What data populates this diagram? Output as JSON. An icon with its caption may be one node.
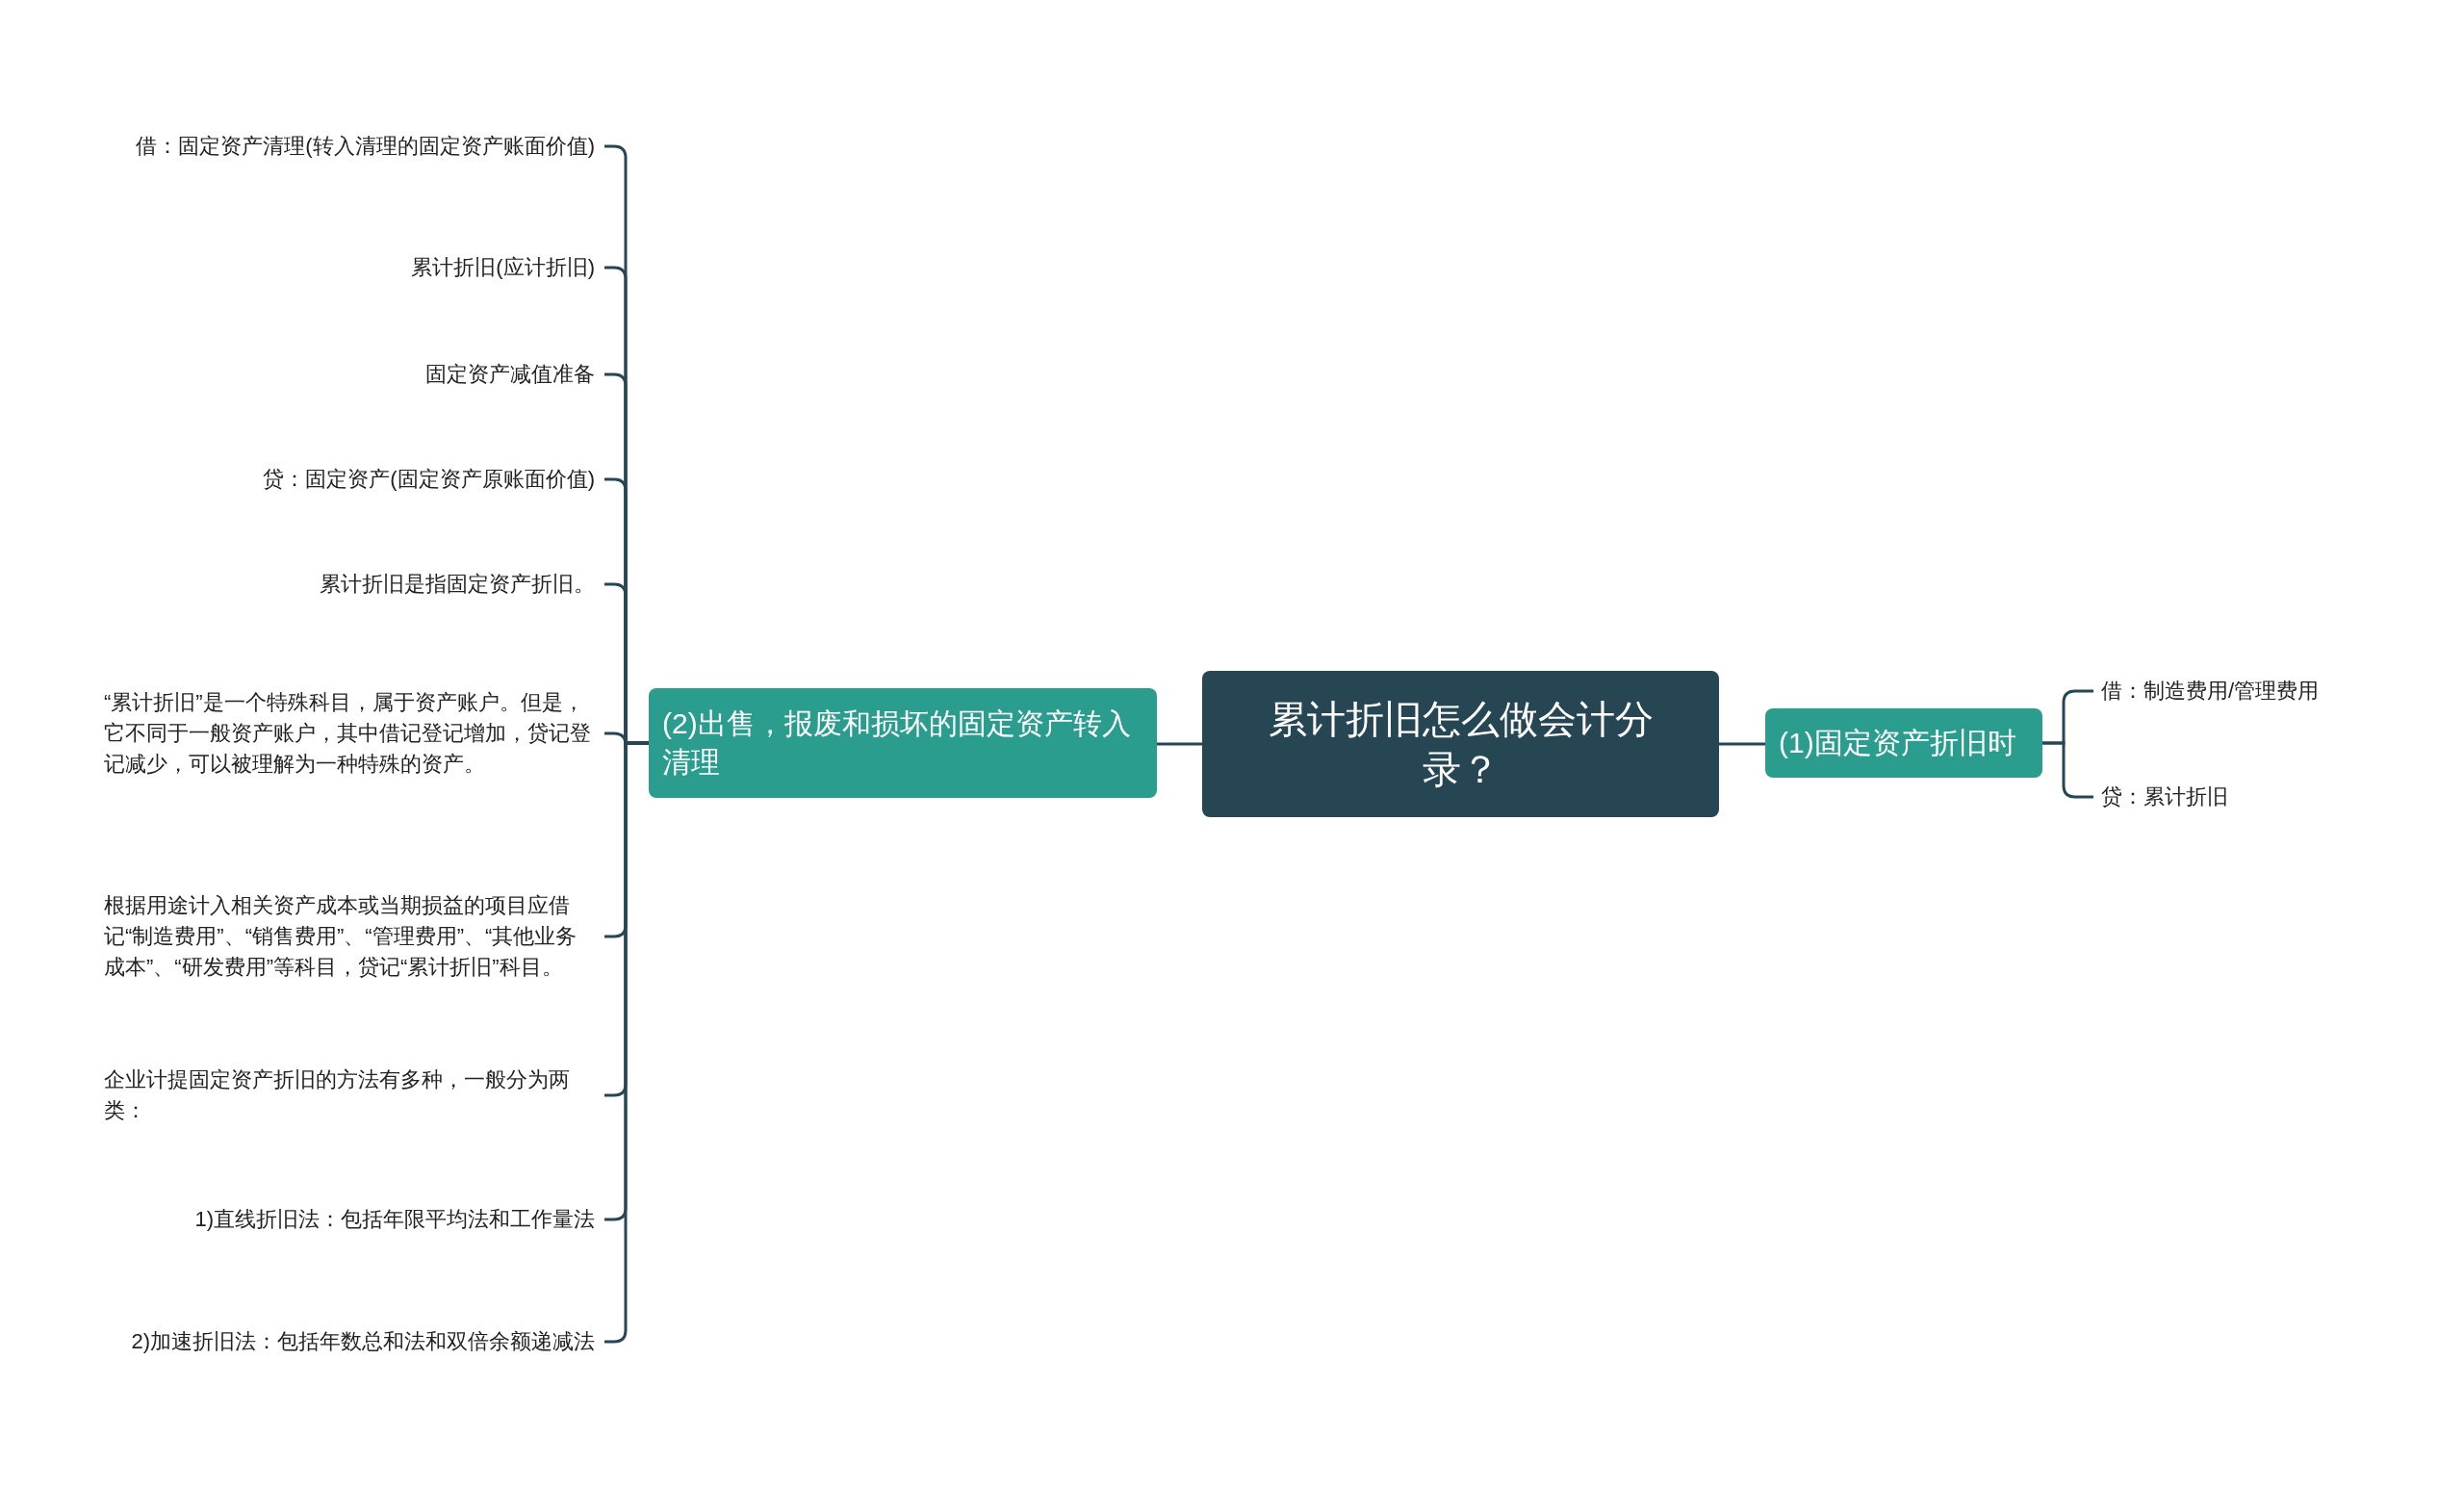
{
  "diagram": {
    "nodes": [
      {
        "text": [
          "累计折旧怎么做会计分录？"
        ]
      },
      {
        "text": [
          "(1)固定资产折旧时"
        ]
      },
      {
        "text": [
          "借：制造费用/管理费用"
        ]
      },
      {
        "text": [
          "贷：累计折旧"
        ]
      },
      {
        "text": [
          "(2)出售，报废和损坏的固定资产转入清理"
        ]
      },
      {
        "text": [
          "借：固定资产清理(转入清理的固定资产账面价值)"
        ]
      },
      {
        "text": [
          "累计折旧(应计折旧)"
        ]
      },
      {
        "text": [
          "固定资产减值准备"
        ]
      },
      {
        "text": [
          "贷：固定资产(固定资产原账面价值)"
        ]
      },
      {
        "text": [
          "累计折旧是指固定资产折旧。"
        ]
      },
      {
        "text": [
          "“累计折旧”是一个特殊科目，属于资产账户。但是，它不同于一般资产账户，其中借记登记增加，贷记登记减少，可以被理解为一种特殊的资产。"
        ]
      },
      {
        "text": [
          "根据用途计入相关资产成本或当期损益的项目应借记“制造费用”、“销售费用”、“管理费用”、“其他业务成本”、“研发费用”等科目，贷记“累计折旧”科目。"
        ]
      },
      {
        "text": [
          "企业计提固定资产折旧的方法有多种，一般分为两类："
        ]
      },
      {
        "text": [
          "1)直线折旧法：包括年限平均法和工作量法"
        ]
      },
      {
        "text": [
          "2)加速折旧法：包括年数总和法和双倍余额递减法"
        ]
      }
    ],
    "edges": [
      {
        "from": 0,
        "to": 1,
        "arrow": "none"
      },
      {
        "from": 1,
        "to": 2,
        "arrow": "none"
      },
      {
        "from": 1,
        "to": 3,
        "arrow": "none"
      },
      {
        "from": 0,
        "to": 4,
        "arrow": "none"
      },
      {
        "from": 4,
        "to": 5,
        "arrow": "none"
      },
      {
        "from": 4,
        "to": 6,
        "arrow": "none"
      },
      {
        "from": 4,
        "to": 7,
        "arrow": "none"
      },
      {
        "from": 4,
        "to": 8,
        "arrow": "none"
      },
      {
        "from": 4,
        "to": 9,
        "arrow": "none"
      },
      {
        "from": 4,
        "to": 10,
        "arrow": "none"
      },
      {
        "from": 4,
        "to": 11,
        "arrow": "none"
      },
      {
        "from": 4,
        "to": 12,
        "arrow": "none"
      },
      {
        "from": 4,
        "to": 13,
        "arrow": "none"
      },
      {
        "from": 4,
        "to": 14,
        "arrow": "none"
      }
    ]
  }
}
